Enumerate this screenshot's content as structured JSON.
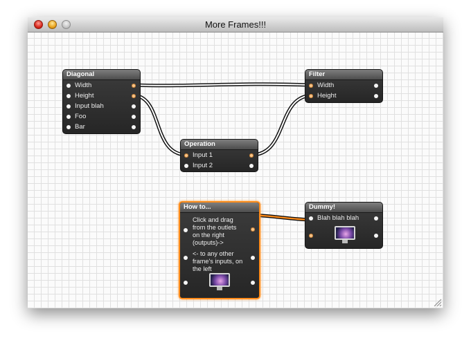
{
  "window": {
    "title": "More Frames!!!"
  },
  "frames": {
    "diagonal": {
      "title": "Diagonal",
      "ports": [
        "Width",
        "Height",
        "Input blah",
        "Foo",
        "Bar"
      ]
    },
    "filter": {
      "title": "Filter",
      "ports": [
        "Width",
        "Height"
      ]
    },
    "operation": {
      "title": "Operation",
      "ports": [
        "Input 1",
        "Input 2"
      ]
    },
    "howto": {
      "title": "How to...",
      "text1": "Click and drag from the outlets on the right (outputs)->",
      "text2": "<- to any other frame's inputs, on the left"
    },
    "dummy": {
      "title": "Dummy!",
      "text": "Blah blah blah"
    }
  },
  "icons": [
    "imac-icon",
    "resize-grip-icon"
  ],
  "colors": {
    "selection": "#ff8c1a",
    "frame": "#2e2e2e",
    "wire": "#ffffff",
    "active_wire": "#ff8c1a"
  }
}
